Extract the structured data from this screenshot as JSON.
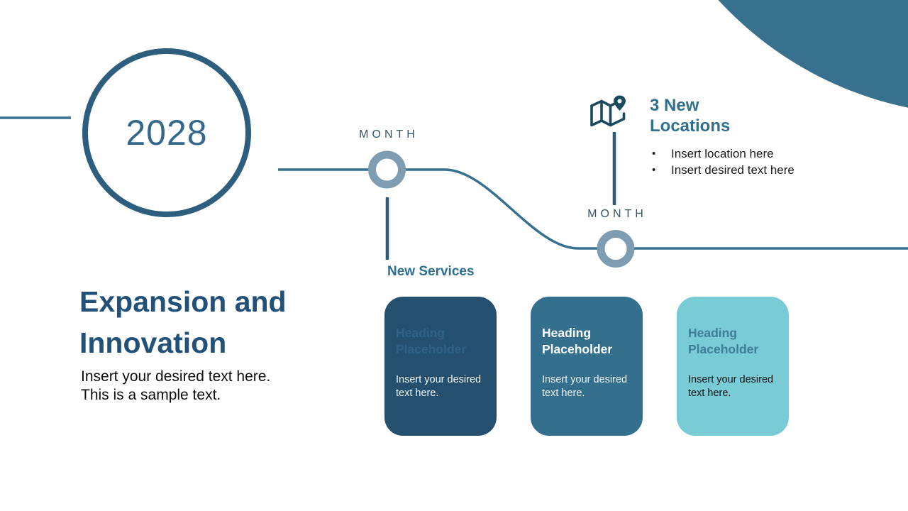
{
  "slide": {
    "year": "2028",
    "title": "Expansion and Innovation",
    "subtitle_line1": "Insert your desired text here.",
    "subtitle_line2": "This is a sample text.",
    "timeline": {
      "milestone1": {
        "label": "MONTH",
        "caption": "New Services"
      },
      "milestone2": {
        "label": "MONTH"
      },
      "location_callout": {
        "icon": "map-location-icon",
        "heading_line1": "3 New",
        "heading_line2": "Locations",
        "bullet_char": "•",
        "bullets": [
          "Insert location here",
          "Insert desired text here"
        ]
      }
    },
    "cards": [
      {
        "heading": "Heading Placeholder",
        "body": "Insert your desired text here.",
        "bg": "#254f6e",
        "heading_color": "#2f6287",
        "body_color": "#f2f6f8"
      },
      {
        "heading": "Heading Placeholder",
        "body": "Insert your desired text here.",
        "bg": "#356f8e",
        "heading_color": "#ffffff",
        "body_color": "#f2f6f8"
      },
      {
        "heading": "Heading Placeholder",
        "body": "Insert your desired text here.",
        "bg": "#79cbd5",
        "heading_color": "#3e7d98",
        "body_color": "#111111"
      }
    ],
    "colors": {
      "corner_circle": "#38718e",
      "timeline_line": "#36708e",
      "connector_line": "#2e5a75",
      "marker_ring": "#7e9db3",
      "year_circle_border": "#2e5e7d",
      "year_text": "#33688c",
      "month_label": "#35536b",
      "accent_heading": "#30708f",
      "title_color": "#215079",
      "icon_color": "#1b4a5e"
    }
  }
}
